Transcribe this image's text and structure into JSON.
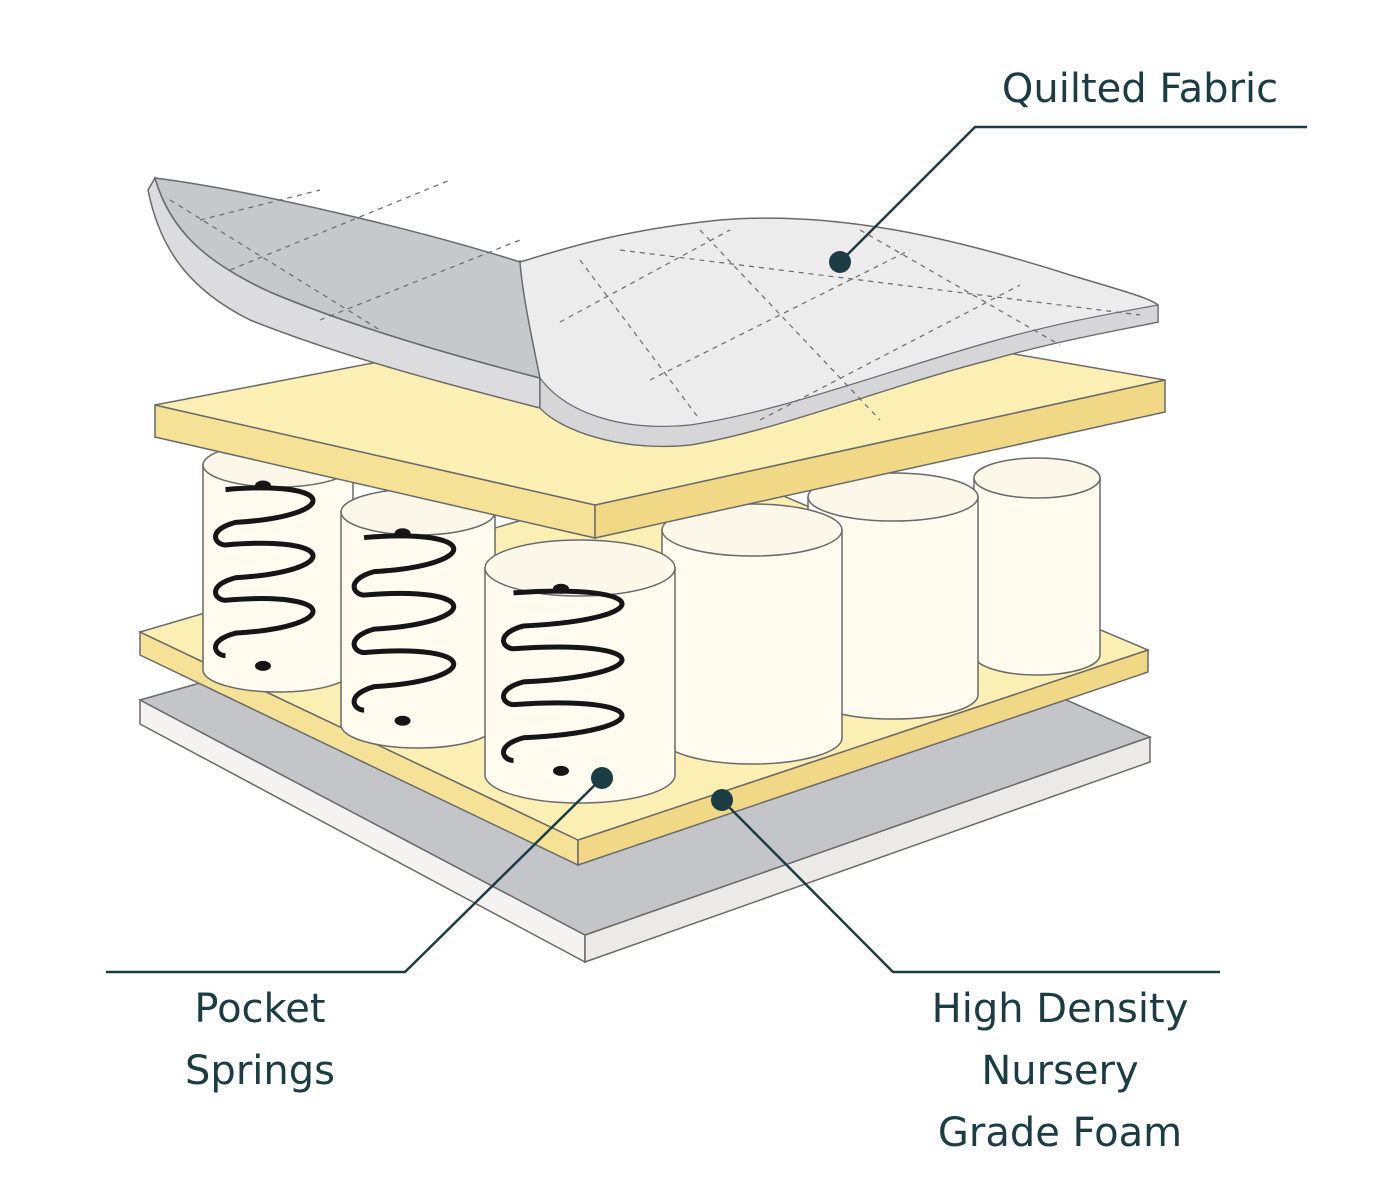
{
  "labels": {
    "quilted_fabric": "Quilted Fabric",
    "pocket_springs": [
      "Pocket",
      "Springs"
    ],
    "foam": [
      "High Density",
      "Nursery",
      "Grade Foam"
    ]
  },
  "colors": {
    "text": "#1c3c44",
    "leader_line": "#1c3c44",
    "fabric_top": "#ececec",
    "fabric_underside": "#c7c8cb",
    "foam_top": "#fbefb4",
    "foam_side": "#f3d985",
    "base_top": "#c4c5c8",
    "base_side": "#f4f3f1",
    "spring_pocket": "#fffcef",
    "spring_coil": "#151515"
  },
  "icons": [
    "quilted-fabric-layer",
    "top-foam-layer",
    "pocket-spring-layer",
    "bottom-foam-layer",
    "base-layer"
  ]
}
